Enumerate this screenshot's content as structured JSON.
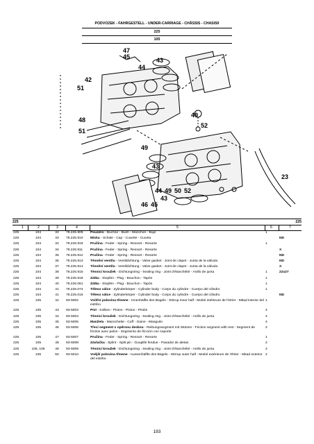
{
  "header": {
    "title": "PODVOZEK - FAHRGESTELL - UNDER-CARRIAGE - CHÂSSIS - CHASIS0",
    "group": "225",
    "subgroup": "105"
  },
  "diagram": {
    "callouts": [
      "47",
      "45",
      "44",
      "43",
      "42",
      "51",
      "48",
      "51",
      "49",
      "52",
      "49",
      "43",
      "44",
      "49",
      "50",
      "52",
      "23",
      "46",
      "45",
      "43"
    ]
  },
  "section": {
    "left": "225",
    "right": "225"
  },
  "columns": [
    "1",
    "2",
    "3",
    "4",
    "5",
    "6",
    "7"
  ],
  "rows": [
    {
      "c1": "225",
      "c2": "104",
      "c3": "32",
      "c4": "78.225.909",
      "bold": "Pouzdro",
      "rest": " - Buchse - Bush - Manchon - Buje",
      "qty": "1",
      "note": ""
    },
    {
      "c1": "225",
      "c2": "104",
      "c3": "33",
      "c4": "78.225.910",
      "bold": "Miska",
      "rest": " - Schale - Cap - Cuvette - Cuveta",
      "qty": "",
      "note": "ND"
    },
    {
      "c1": "225",
      "c2": "104",
      "c3": "34",
      "c4": "78.225.919",
      "bold": "Pružina",
      "rest": " - Feder - Spring - Ressort - Resorte",
      "qty": "1",
      "note": ""
    },
    {
      "c1": "225",
      "c2": "104",
      "c3": "34",
      "c4": "78.225.911",
      "bold": "Pružina",
      "rest": " - Feder - Spring - Ressort - Resorte",
      "qty": "",
      "note": "X"
    },
    {
      "c1": "225",
      "c2": "104",
      "c3": "35",
      "c4": "78.225.912",
      "bold": "Pružina",
      "rest": " - Feder - Spring - Ressort - Resorte",
      "qty": "",
      "note": "ND"
    },
    {
      "c1": "225",
      "c2": "104",
      "c3": "36",
      "c4": "78.225.913",
      "bold": "Těsnění ventilu",
      "rest": " - Ventildichtung - Valve gasket - Joint    de clapet - Junta de la válvula",
      "qty": "",
      "note": "ND"
    },
    {
      "c1": "225",
      "c2": "104",
      "c3": "37",
      "c4": "78.225.914",
      "bold": "Těsnění ventilu",
      "rest": " - Ventildichtung - Valve gasket - Joint    de clapet - Junta de la válvula",
      "qty": "",
      "note": "X"
    },
    {
      "c1": "225",
      "c2": "104",
      "c3": "38",
      "c4": "78.225.915",
      "bold": "Těsnicí kroužek",
      "rest": " - Dichtungsring - Sealing ring - Joint d'étanchéité - Anillo de junta",
      "qty": "1",
      "note": "22x27"
    },
    {
      "c1": "225",
      "c2": "104",
      "c3": "39",
      "c4": "78.225.918",
      "bold": "Zátka",
      "rest": " - Stopfen - Plug - Bouchon - Tapón",
      "qty": "1",
      "note": ""
    },
    {
      "c1": "225",
      "c2": "104",
      "c3": "40",
      "c4": "78.226.061",
      "bold": "Zátka",
      "rest": " - Stopfen - Plug - Bouchon - Tapón",
      "qty": "1",
      "note": ""
    },
    {
      "c1": "225",
      "c2": "104",
      "c3": "41",
      "c4": "78.226.074",
      "bold": "Těleso válce",
      "rest": " - Zylinderkörper - Cylinder body - Corps du cylindre - Cuerpo del cilindro",
      "qty": "1",
      "note": ""
    },
    {
      "c1": "225",
      "c2": "104",
      "c3": "41",
      "c4": "78.225.016",
      "bold": "Těleso válce",
      "rest": " - Zylinderkörper - Cylinder body - Corps du cylindre - Cuerpo del cilindro",
      "qty": "",
      "note": "ND"
    },
    {
      "c1": "225",
      "c2": "105",
      "c3": "42",
      "c4": "93-5002",
      "bold": "Vnitřní polovina třmene",
      "rest": " - Innenhälfte des Bügels - Stirrup inner half - Moitié intérieure de l'étrier - Mitad interior del estribo",
      "qty": "1",
      "note": ""
    },
    {
      "c1": "225",
      "c2": "105",
      "c3": "43",
      "c4": "93-5003",
      "bold": "Píst",
      "rest": " - Kolben - Piston - Piston - Pistón",
      "qty": "4",
      "note": ""
    },
    {
      "c1": "225",
      "c2": "105",
      "c3": "44",
      "c4": "93-5004",
      "bold": "Těsnicí kroužek",
      "rest": " - Dichtungsring - Sealing ring - Joint d'étanchéité - Anillo de junta",
      "qty": "4",
      "note": ""
    },
    {
      "c1": "225",
      "c2": "105",
      "c3": "45",
      "c4": "93-5005",
      "bold": "Manžeta",
      "rest": " - Manschette - Cuff - Gaine - Manguito",
      "qty": "4",
      "note": ""
    },
    {
      "c1": "225",
      "c2": "105",
      "c3": "46",
      "c4": "93-5006",
      "bold": "Třecí segment s opěrnou deskou",
      "rest": " - Reibungssegment mit Stützen - Friction segment with rest - Segment de friction avec palon - Segmento de fricción con soporte",
      "qty": "2",
      "note": ""
    },
    {
      "c1": "225",
      "c2": "105",
      "c3": "47",
      "c4": "93-5007",
      "bold": "Pružina",
      "rest": " - Feder - Spring - Ressort - Resorte",
      "qty": "1",
      "note": ""
    },
    {
      "c1": "225",
      "c2": "105",
      "c3": "48",
      "c4": "93-5008",
      "bold": "Závlačka",
      "rest": " - Splint - Split pin - Goupille fendue - Pasador de aletas",
      "qty": "2",
      "note": ""
    },
    {
      "c1": "225",
      "c2": "105, 106",
      "c3": "49",
      "c4": "93-5009",
      "bold": "Těsnicí kroužek",
      "rest": " - Dichtungsring - Sealing ring - Joint d'étanchéité - Anillo de junta",
      "qty": "2",
      "note": ""
    },
    {
      "c1": "225",
      "c2": "105",
      "c3": "50",
      "c4": "93-5010",
      "bold": "Vnější polovina třmene",
      "rest": " - Aussenhälfte des Bügels - Stirrup outer half - Moitié extérieure de l'étrier - Mitad exterior del estribo",
      "qty": "2",
      "note": ""
    }
  ],
  "page_number": "193"
}
